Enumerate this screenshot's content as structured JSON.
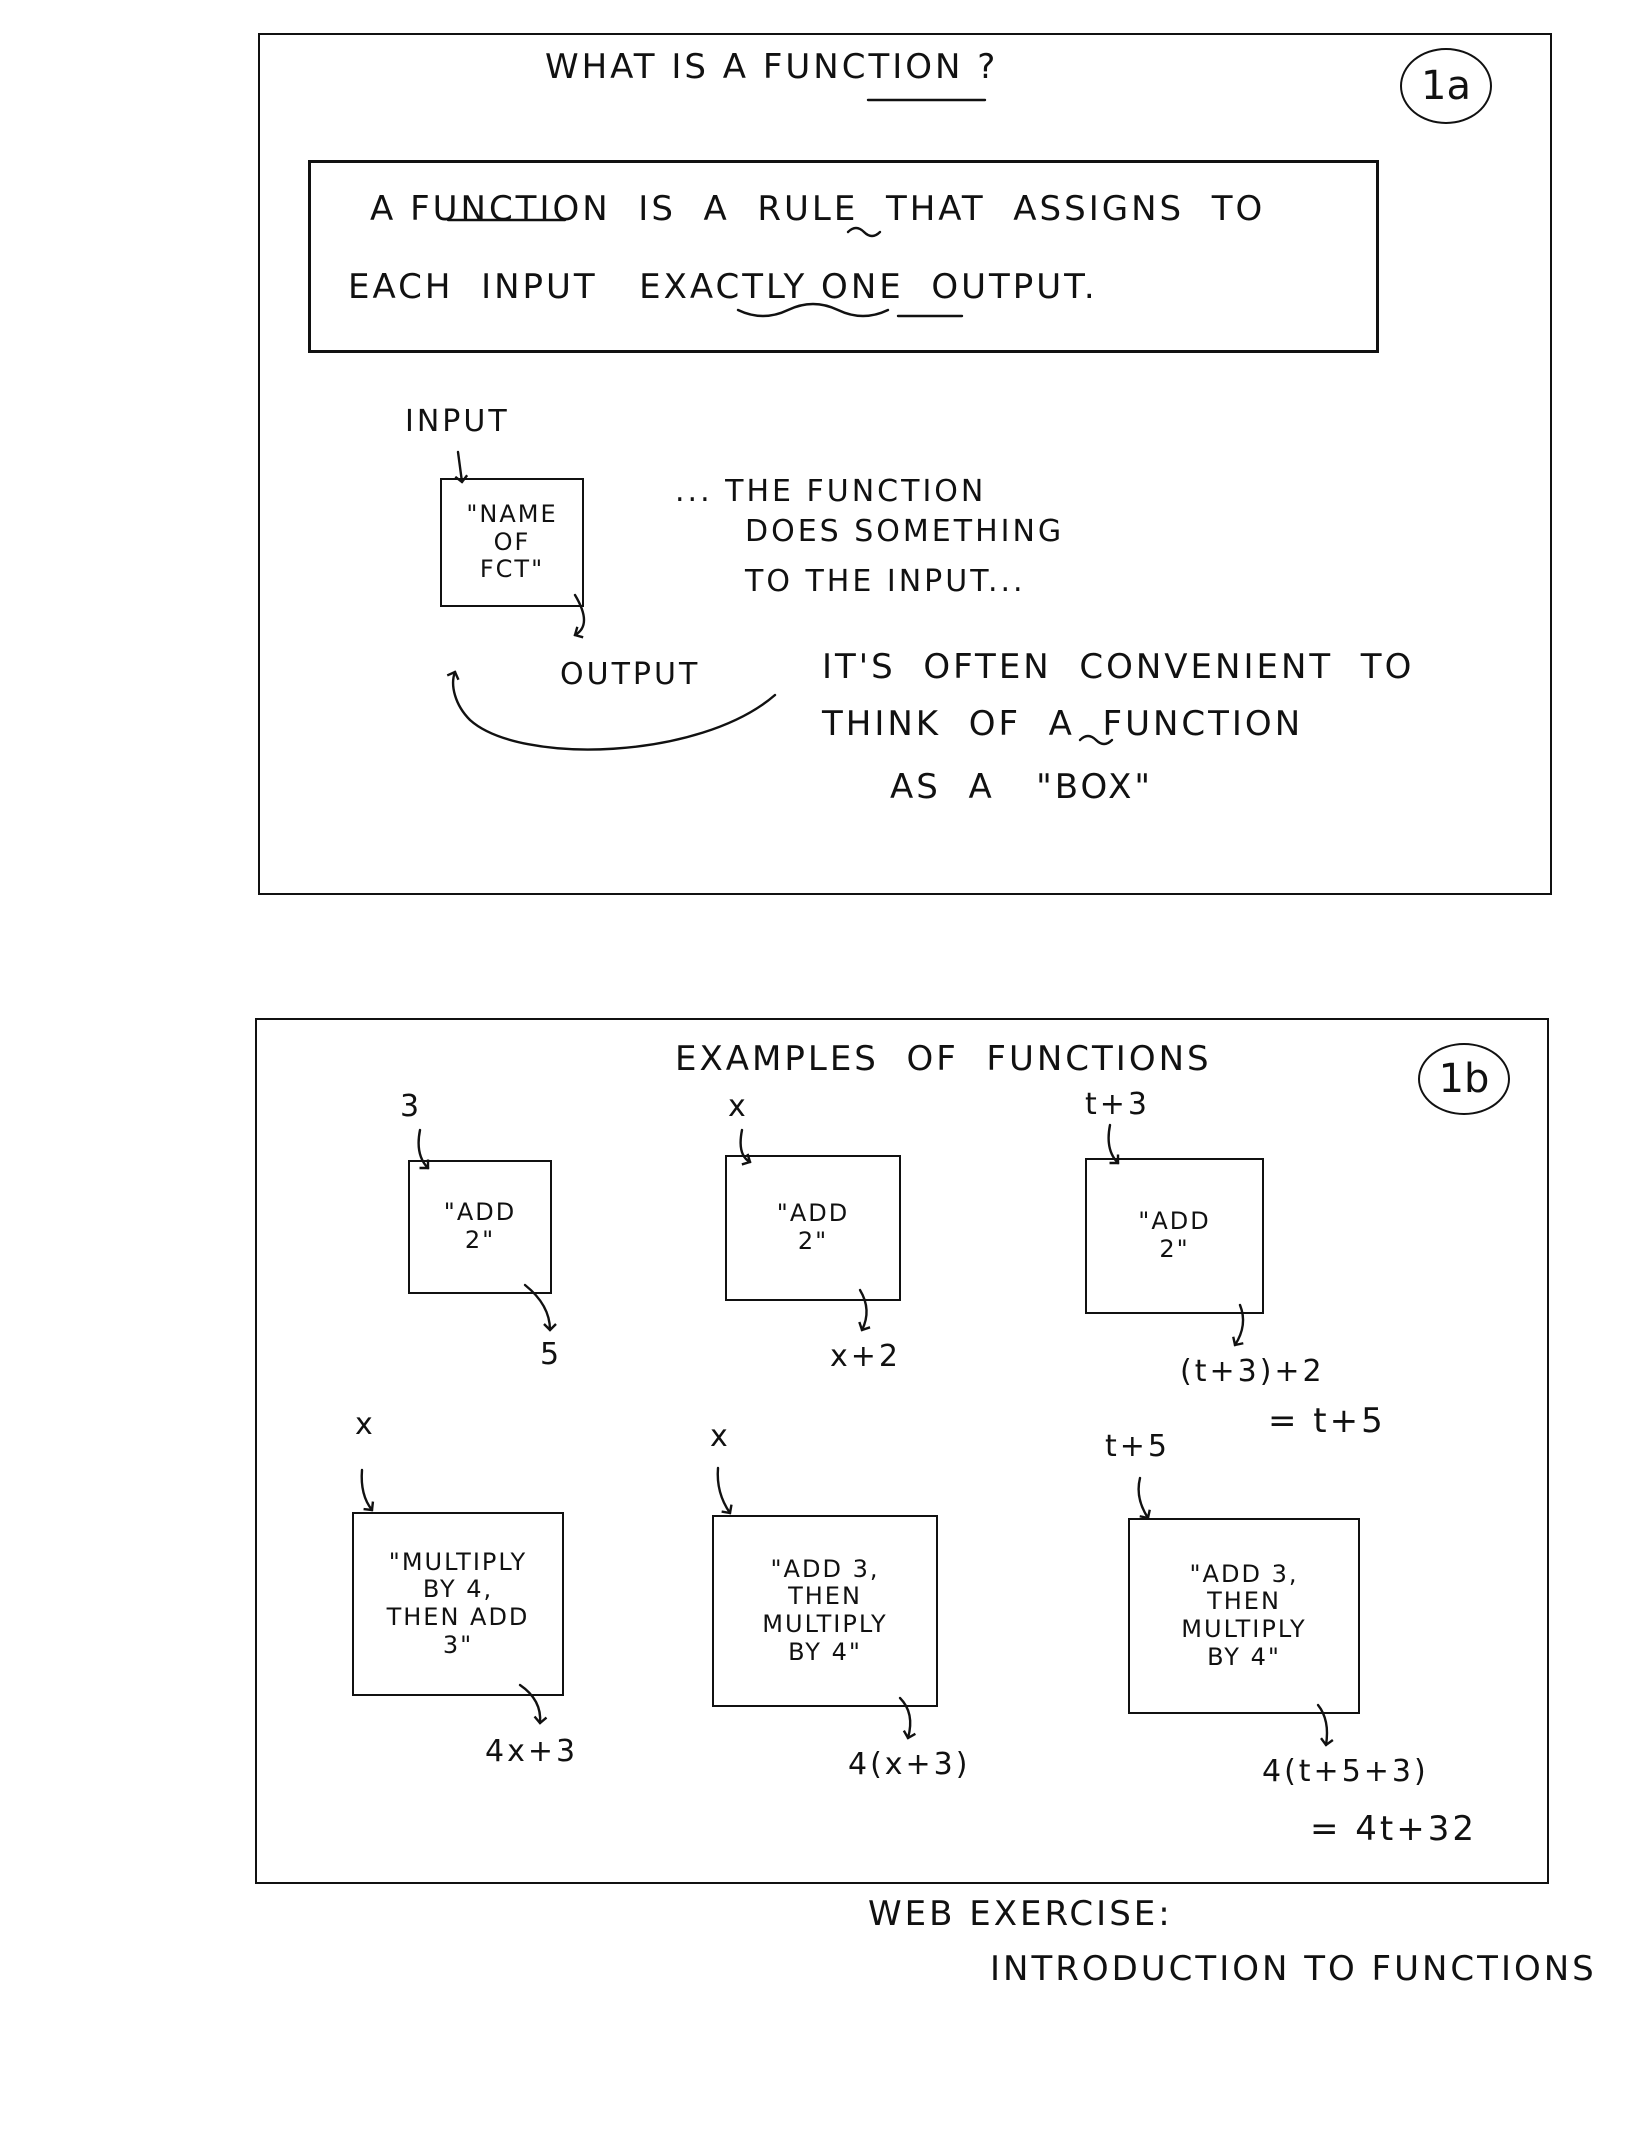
{
  "panel_1a": {
    "title": "WHAT IS A FUNCTION ?",
    "badge": "1a",
    "definition_line1": "A FUNCTION  IS  A  RULE  THAT  ASSIGNS  TO",
    "definition_line2": "EACH  INPUT   EXACTLY ONE  OUTPUT.",
    "input_label": "INPUT",
    "box_label": "\"NAME\nOF\nFCT\"",
    "output_label": "OUTPUT",
    "note_line1": "... THE FUNCTION",
    "note_line2": "DOES SOMETHING",
    "note_line3": "TO THE INPUT...",
    "box_note_line1": "IT'S  OFTEN  CONVENIENT  TO",
    "box_note_line2": "THINK  OF  A  FUNCTION",
    "box_note_line3": "AS  A   \"BOX\""
  },
  "panel_1b": {
    "title": "EXAMPLES  OF  FUNCTIONS",
    "badge": "1b",
    "examples": [
      {
        "input": "3",
        "rule": "\"ADD\n2\"",
        "output": "5",
        "output2": ""
      },
      {
        "input": "x",
        "rule": "\"ADD\n2\"",
        "output": "x+2",
        "output2": ""
      },
      {
        "input": "t+3",
        "rule": "\"ADD\n2\"",
        "output": "(t+3)+2",
        "output2": "= t+5"
      },
      {
        "input": "x",
        "rule": "\"MULTIPLY\nBY 4,\nTHEN ADD\n3\"",
        "output": "4x+3",
        "output2": ""
      },
      {
        "input": "x",
        "rule": "\"ADD 3,\nTHEN\nMULTIPLY\nBY 4\"",
        "output": "4(x+3)",
        "output2": ""
      },
      {
        "input": "t+5",
        "rule": "\"ADD 3,\nTHEN\nMULTIPLY\nBY 4\"",
        "output": "4(t+5+3)",
        "output2": "= 4t+32"
      }
    ]
  },
  "footer": {
    "line1": "WEB EXERCISE:",
    "line2": "INTRODUCTION TO FUNCTIONS"
  }
}
